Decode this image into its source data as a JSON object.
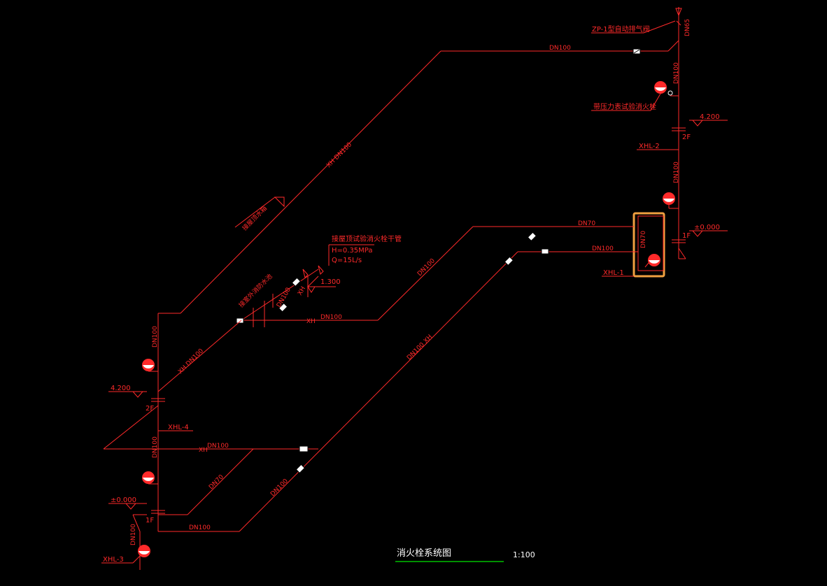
{
  "colors": {
    "background": "#000000",
    "pipe": "#ff2a2a",
    "highlight": "#f0a040",
    "title_underline": "#00c000",
    "text_white": "#ffffff"
  },
  "drawing": {
    "title": "消火栓系统图",
    "scale": "1:100"
  },
  "risers": {
    "xhl1": "XHL-1",
    "xhl2": "XHL-2",
    "xhl3": "XHL-3",
    "xhl4": "XHL-4"
  },
  "floors": {
    "f1_right": "1F",
    "f2_right": "2F",
    "f1_left": "1F",
    "f2_left": "2F"
  },
  "elevations": {
    "e4200_right": "4.200",
    "e0000_right": "±0.000",
    "e4200_left": "4.200",
    "e0000_left": "±0.000",
    "e1300": "1.300"
  },
  "notes": {
    "zp": "ZP-1型自动排气阀",
    "test_hydrant": "带压力表试验消火栓",
    "roof_test": "接屋顶试验消火栓干管",
    "pressure": "H=0.35MPa",
    "flow": "Q=15L/s",
    "right_room": "接室外消防水池",
    "roof_pipe": "接屋顶水箱"
  },
  "pipe_labels": {
    "dn100_top": "DN100",
    "xh_dn100_diag": "XH  DN100",
    "dn70_right": "DN70",
    "dn100_right": "DN100",
    "dn70_box": "DN70",
    "dn100_mid_diag": "DN100",
    "dn100_low_diag": "DN100  XH",
    "xh_mid": "XH",
    "dn100_mid": "DN100",
    "xh_low": "XH",
    "dn100_low": "DN100",
    "dn70_low": "DN70",
    "dn100_left_riser_top": "DN100",
    "dn100_left_riser_mid": "DN100",
    "dn100_left_bottom": "DN100",
    "dn100_bottom_diag": "DN100",
    "dn100_xhl3": "DN100",
    "xh_dn100_left_diag": "XH  DN100",
    "dn100_right_riser_top": "DN100",
    "dn100_right_riser_mid": "DN100",
    "dn65": "DN65",
    "dn100_small": "DN100",
    "xh_small": "XH"
  }
}
